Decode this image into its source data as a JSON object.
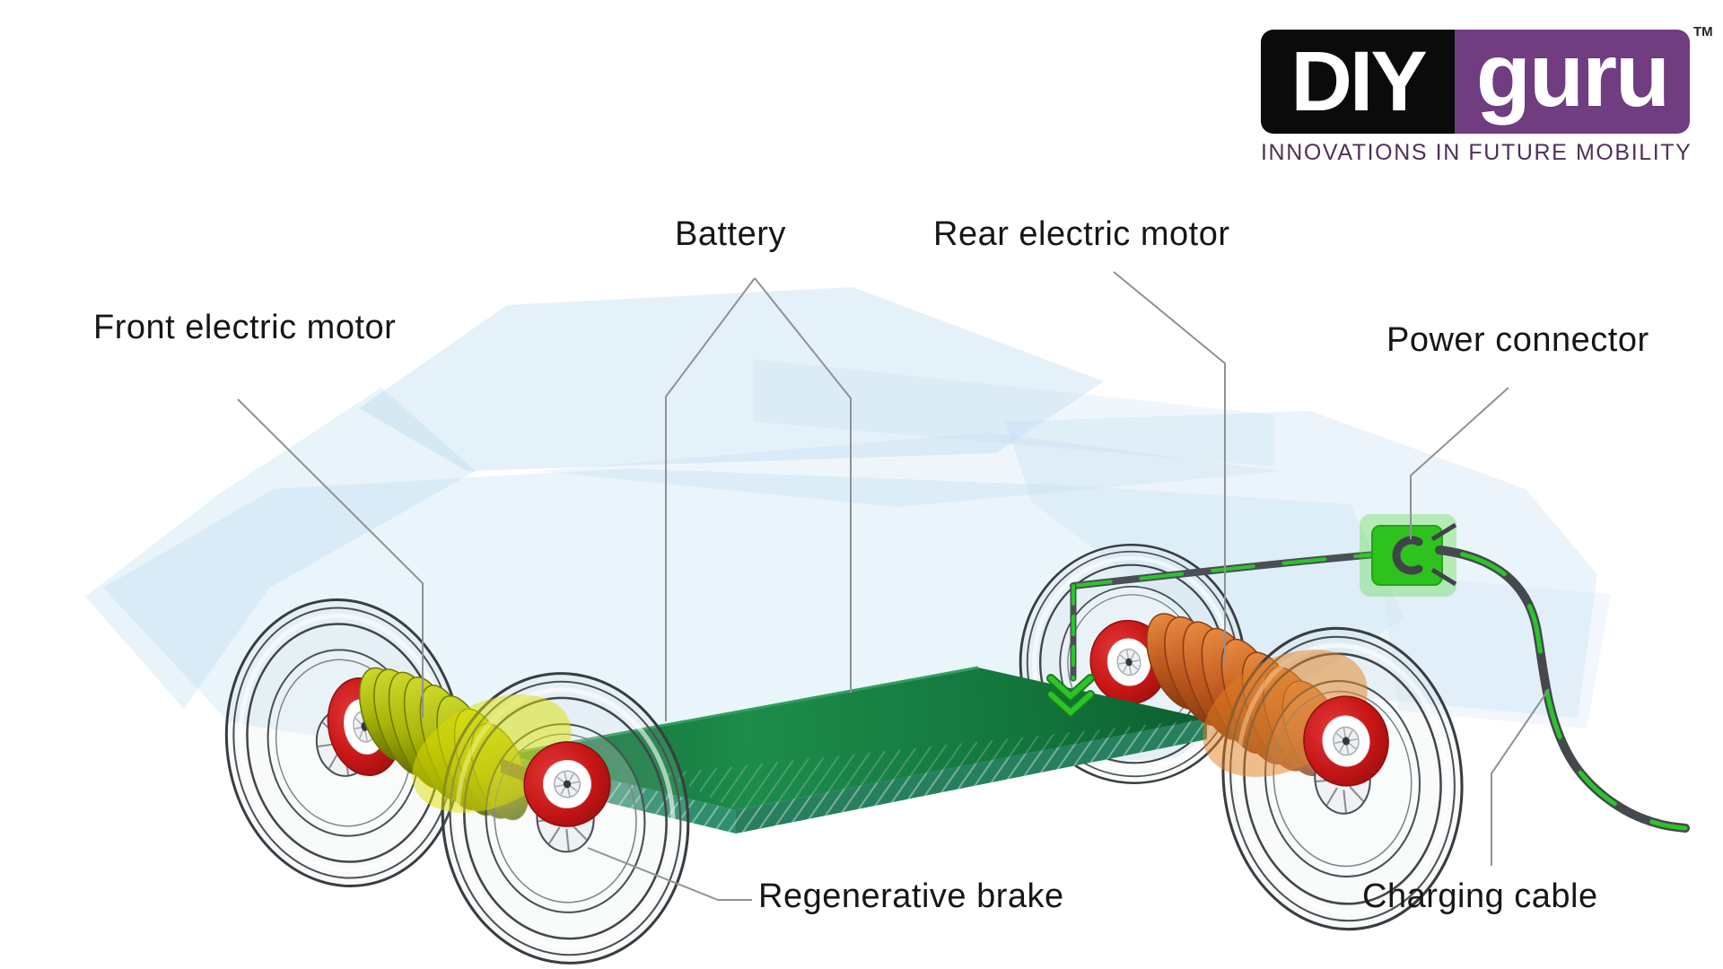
{
  "diagram": {
    "labels": {
      "front_motor": "Front electric motor",
      "battery": "Battery",
      "rear_motor": "Rear electric motor",
      "power_connector": "Power connector",
      "regen_brake": "Regenerative brake",
      "charging_cable": "Charging cable"
    },
    "colors": {
      "battery_green": "#157f3f",
      "front_motor_yellow": "#a9b507",
      "rear_motor_orange": "#c05a20",
      "brake_red": "#c81616",
      "connector_green": "#2ec21f",
      "cable_gray": "#44494e",
      "wire_green": "#2bc42b",
      "silhouette_blue": "#aed3ec",
      "leader_gray": "#8e9296"
    }
  },
  "logo": {
    "diy": "DIY",
    "guru": "guru",
    "tm": "TM",
    "tagline": "INNOVATIONS IN FUTURE MOBILITY"
  }
}
